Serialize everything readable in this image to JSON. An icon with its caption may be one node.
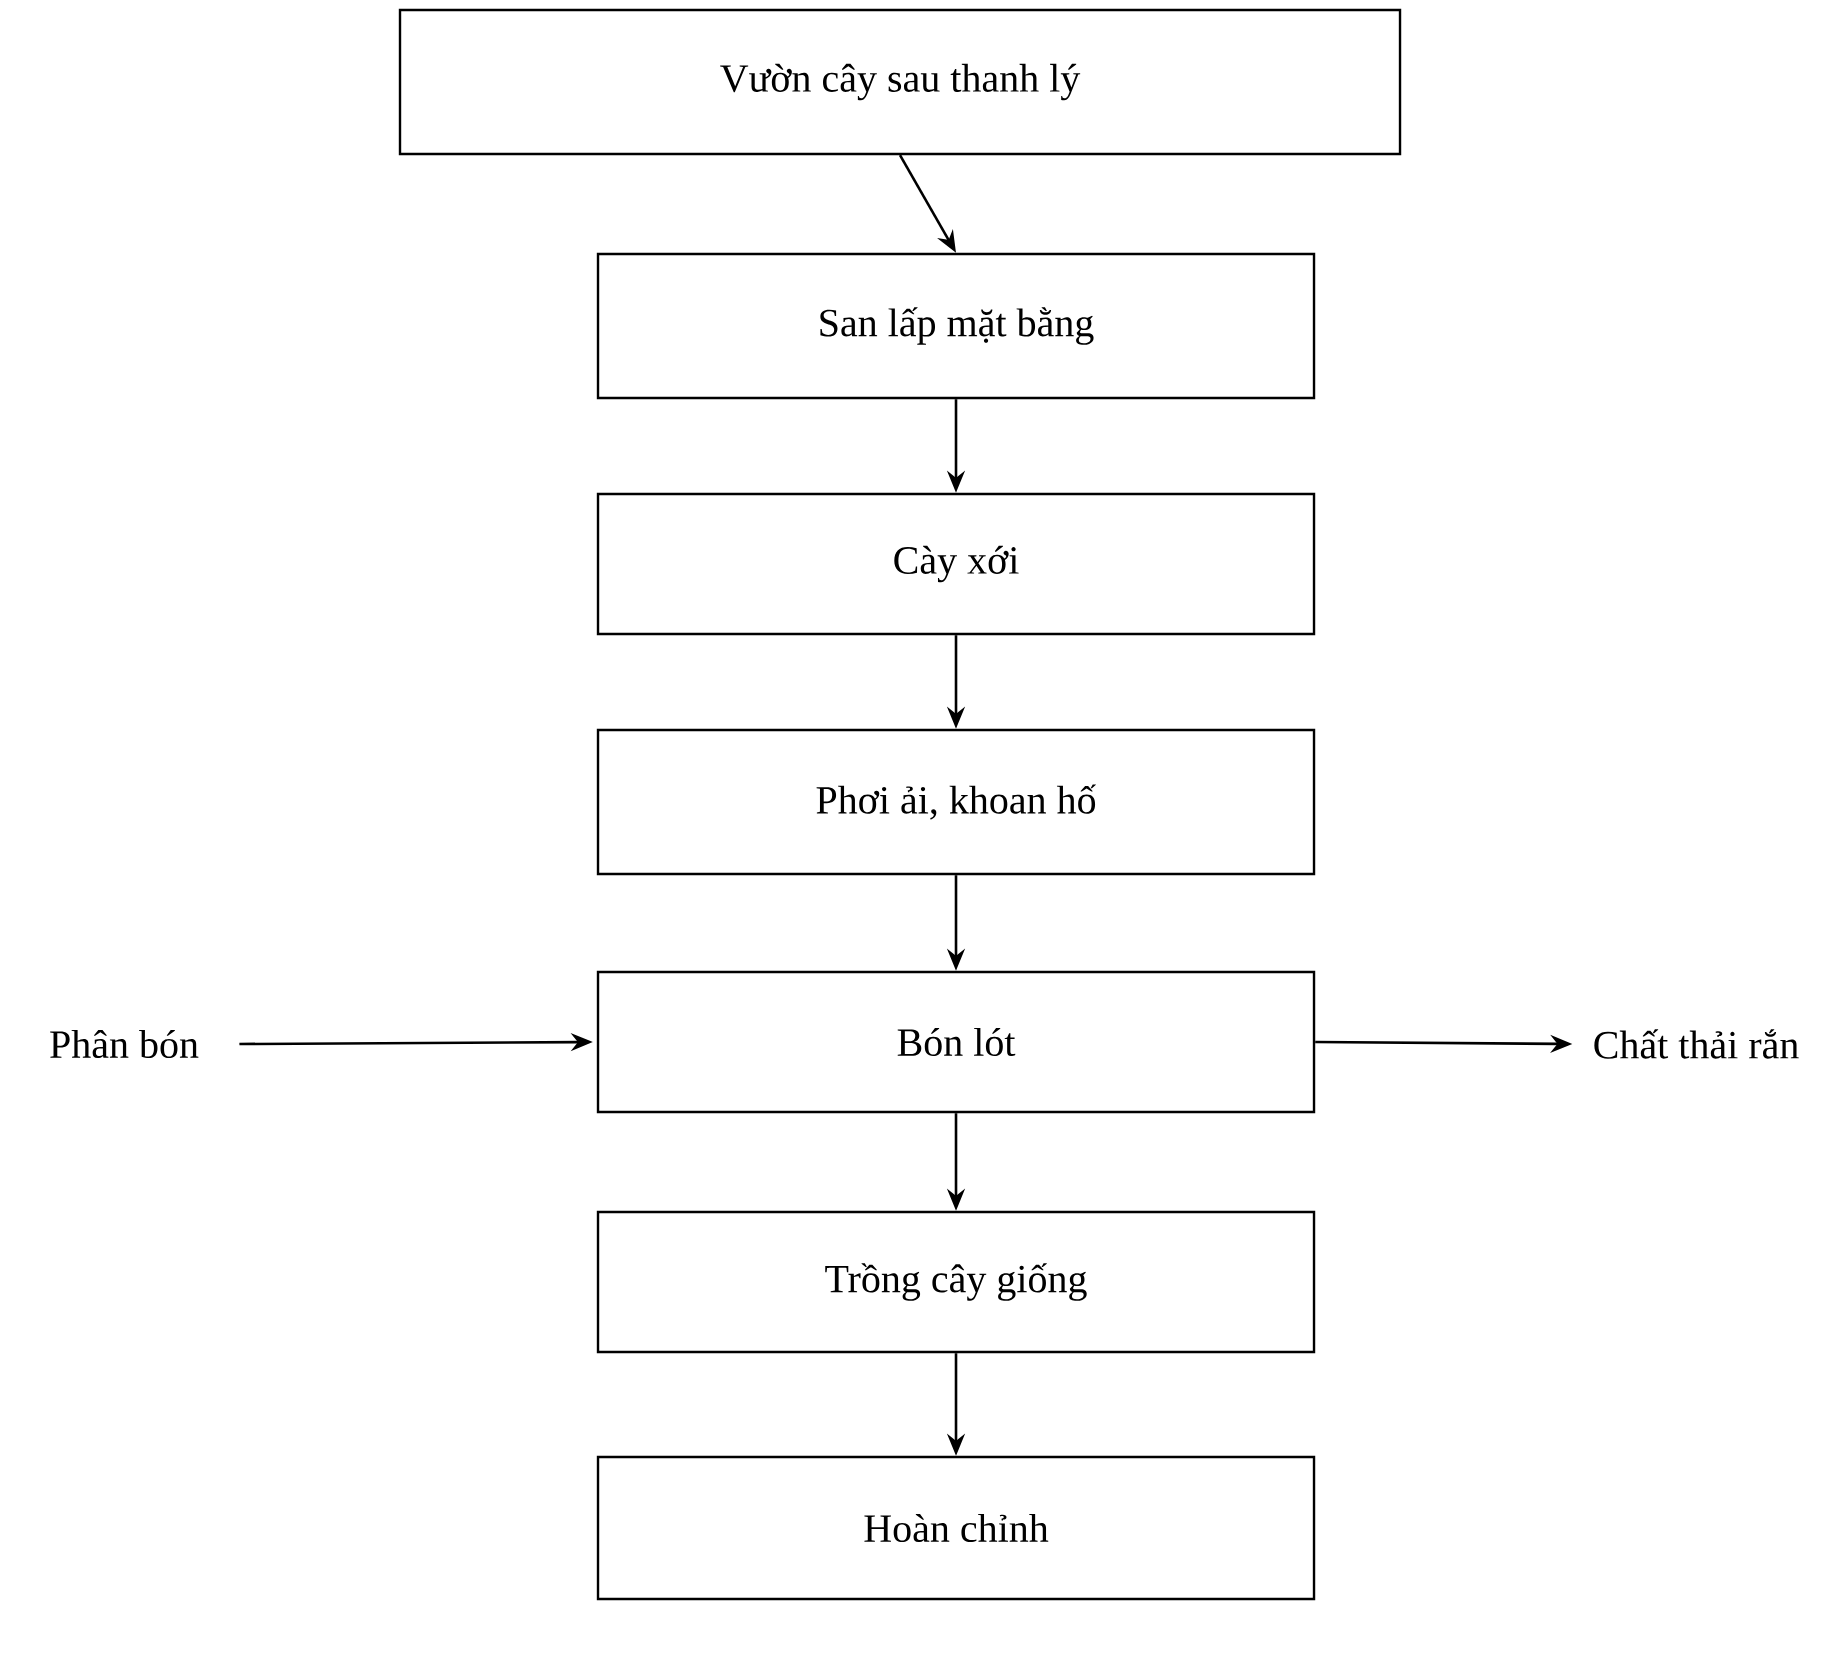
{
  "diagram": {
    "nodes": [
      {
        "text": [
          "Vườn cây sau thanh lý"
        ]
      },
      {
        "text": [
          "San lấp mặt bằng"
        ]
      },
      {
        "text": [
          "Cày xới"
        ]
      },
      {
        "text": [
          "Phơi ải, khoan hố"
        ]
      },
      {
        "text": [
          "Phân bón"
        ]
      },
      {
        "text": [
          "Bón lót"
        ]
      },
      {
        "text": [
          "Chất thải rắn"
        ]
      },
      {
        "text": [
          "Trồng cây giống"
        ]
      },
      {
        "text": [
          "Hoàn chỉnh"
        ]
      }
    ],
    "edges": [
      {
        "from": 0,
        "to": 1,
        "arrow": "to"
      },
      {
        "from": 1,
        "to": 2,
        "arrow": "to"
      },
      {
        "from": 2,
        "to": 3,
        "arrow": "to"
      },
      {
        "from": 3,
        "to": 5,
        "arrow": "to"
      },
      {
        "from": 4,
        "to": 5,
        "arrow": "to"
      },
      {
        "from": 5,
        "to": 6,
        "arrow": "to"
      },
      {
        "from": 5,
        "to": 7,
        "arrow": "to"
      },
      {
        "from": 7,
        "to": 8,
        "arrow": "to"
      }
    ]
  }
}
